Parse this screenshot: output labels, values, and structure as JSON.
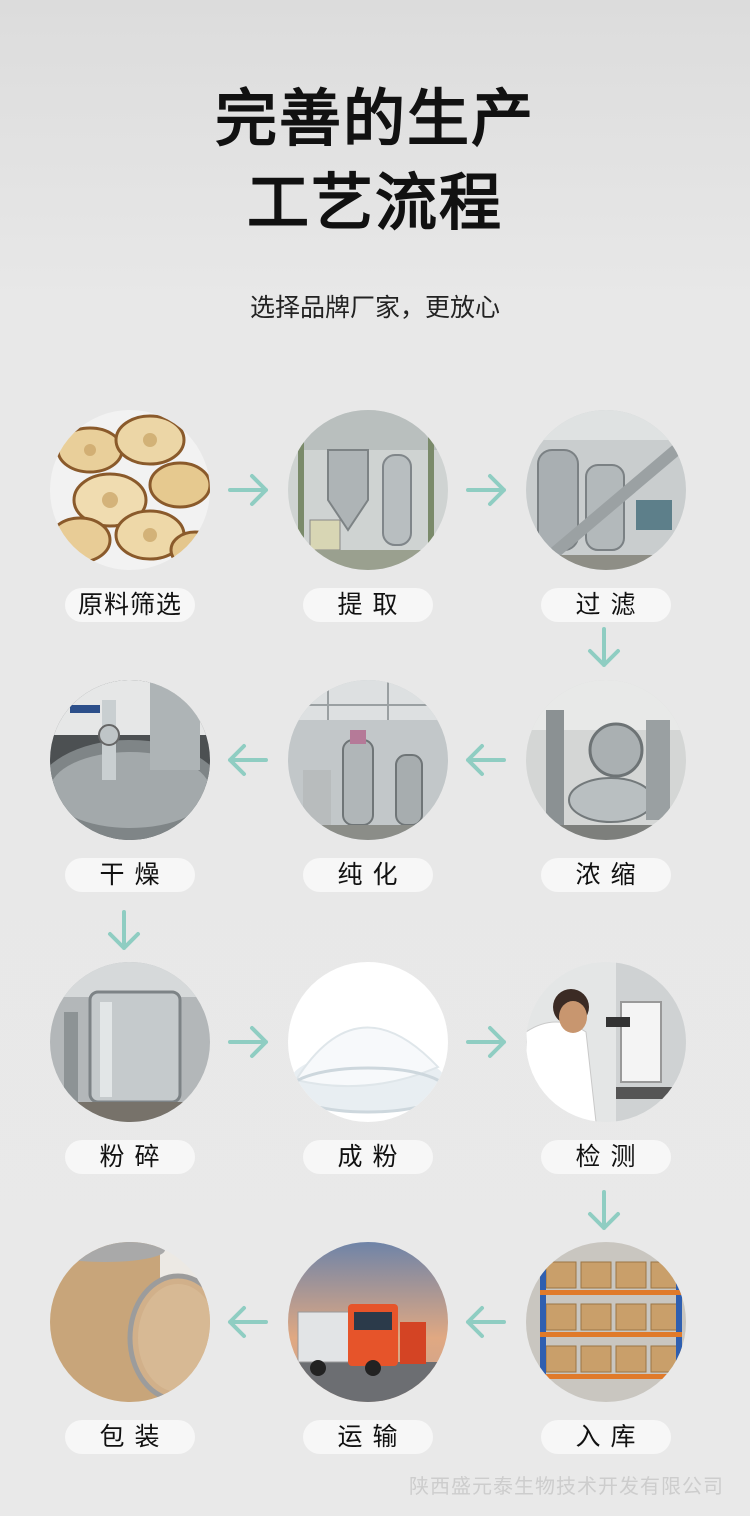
{
  "title_line1": "完善的生产",
  "title_line2": "工艺流程",
  "subtitle": "选择品牌厂家，更放心",
  "steps": [
    {
      "label": "原料筛选",
      "image": "sliced-herb-root-photo"
    },
    {
      "label": "提  取",
      "image": "extraction-tank-photo"
    },
    {
      "label": "过  滤",
      "image": "filtration-equipment-photo"
    },
    {
      "label": "浓  缩",
      "image": "concentration-equipment-photo"
    },
    {
      "label": "纯  化",
      "image": "purification-plant-photo"
    },
    {
      "label": "干  燥",
      "image": "drying-equipment-photo"
    },
    {
      "label": "粉  碎",
      "image": "crushing-tank-photo"
    },
    {
      "label": "成  粉",
      "image": "white-powder-photo"
    },
    {
      "label": "检  测",
      "image": "lab-microscope-photo"
    },
    {
      "label": "入  库",
      "image": "warehouse-shelves-photo"
    },
    {
      "label": "运  输",
      "image": "delivery-truck-photo"
    },
    {
      "label": "包  装",
      "image": "fiber-drum-photo"
    }
  ],
  "arrow_color": "#8fcdc2",
  "footer": "陕西盛元泰生物技术开发有限公司"
}
